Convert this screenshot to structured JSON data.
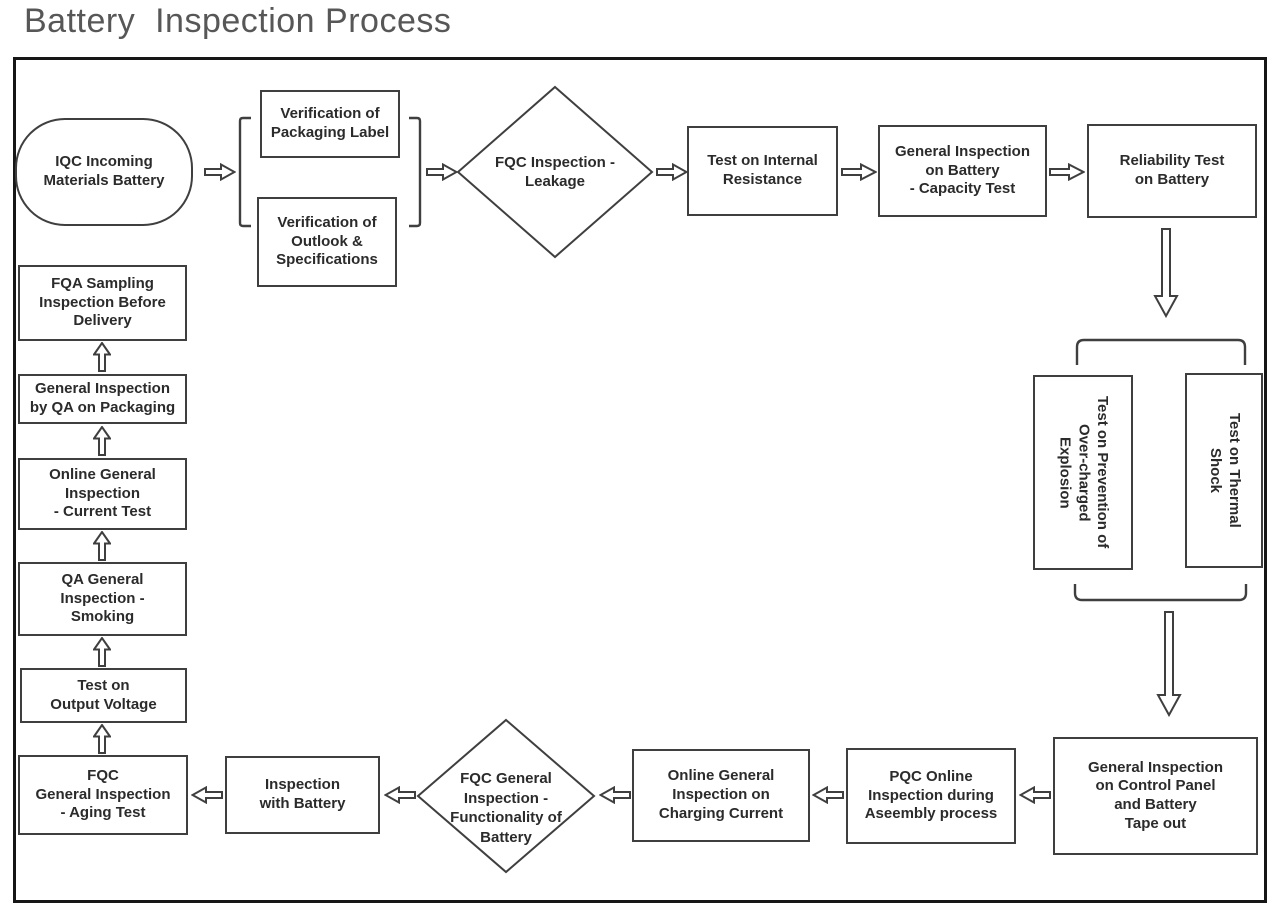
{
  "title": "Battery  Inspection Process",
  "colors": {
    "frame_border": "#161616",
    "box_border": "#3f3f3f",
    "text": "#2b2b2b",
    "title_text": "#575757",
    "background": "#ffffff"
  },
  "nodes": {
    "iqc_incoming": "IQC Incoming\nMaterials Battery",
    "verify_packaging": "Verification of\nPackaging Label",
    "verify_outlook": "Verification of\nOutlook &\nSpecifications",
    "fqc_leakage": "FQC Inspection -\nLeakage",
    "internal_resistance": "Test on Internal\nResistance",
    "capacity_test": "General Inspection\non Battery\n- Capacity Test",
    "reliability": "Reliability Test\non Battery",
    "overcharge_explosion": "Test on Prevention of\nOver-charged\nExplosion",
    "thermal_shock": "Test on Thermal\nShock",
    "control_panel": "General Inspection\non Control Panel\nand Battery\nTape out",
    "pqc_assembly": "PQC Online\nInspection during\nAseembly process",
    "charging_current": "Online General\nInspection on\nCharging Current",
    "fqc_functionality": "FQC General\nInspection -\nFunctionality of\nBattery",
    "inspection_with_battery": "Inspection\nwith Battery",
    "aging_test": "FQC\nGeneral Inspection\n- Aging Test",
    "output_voltage": "Test on\nOutput Voltage",
    "smoking": "QA General\nInspection -\nSmoking",
    "current_test": "Online General\nInspection\n- Current Test",
    "qa_packaging": "General Inspection\nby QA on Packaging",
    "fqa_sampling": "FQA Sampling\nInspection Before\nDelivery"
  },
  "edges": [
    {
      "from": "iqc_incoming",
      "to": "verification-group",
      "direction": "right"
    },
    {
      "from": "verification-group",
      "to": "fqc_leakage",
      "direction": "right"
    },
    {
      "from": "fqc_leakage",
      "to": "internal_resistance",
      "direction": "right"
    },
    {
      "from": "internal_resistance",
      "to": "capacity_test",
      "direction": "right"
    },
    {
      "from": "capacity_test",
      "to": "reliability",
      "direction": "right"
    },
    {
      "from": "reliability",
      "to": "thermal-group",
      "direction": "down"
    },
    {
      "from": "thermal-group",
      "to": "control_panel",
      "direction": "down"
    },
    {
      "from": "control_panel",
      "to": "pqc_assembly",
      "direction": "left"
    },
    {
      "from": "pqc_assembly",
      "to": "charging_current",
      "direction": "left"
    },
    {
      "from": "charging_current",
      "to": "fqc_functionality",
      "direction": "left"
    },
    {
      "from": "fqc_functionality",
      "to": "inspection_with_battery",
      "direction": "left"
    },
    {
      "from": "inspection_with_battery",
      "to": "aging_test",
      "direction": "left"
    },
    {
      "from": "aging_test",
      "to": "output_voltage",
      "direction": "up"
    },
    {
      "from": "output_voltage",
      "to": "smoking",
      "direction": "up"
    },
    {
      "from": "smoking",
      "to": "current_test",
      "direction": "up"
    },
    {
      "from": "current_test",
      "to": "qa_packaging",
      "direction": "up"
    },
    {
      "from": "qa_packaging",
      "to": "fqa_sampling",
      "direction": "up"
    }
  ],
  "groups": [
    {
      "name": "verification-group",
      "members": [
        "verify_packaging",
        "verify_outlook"
      ],
      "bracket": "left-right"
    },
    {
      "name": "thermal-group",
      "members": [
        "overcharge_explosion",
        "thermal_shock"
      ],
      "bracket": "top-bottom"
    }
  ]
}
